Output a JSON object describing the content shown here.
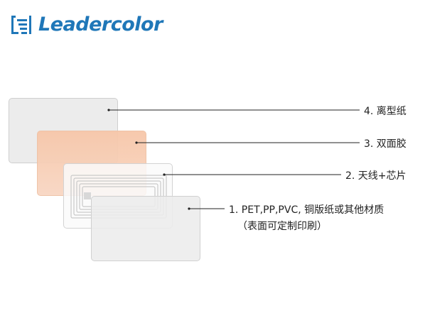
{
  "logo": {
    "text": "Leadercolor",
    "color": "#1f77b8"
  },
  "layers": [
    {
      "label": "4. 离型纸"
    },
    {
      "label": "3. 双面胶"
    },
    {
      "label": "2. 天线+芯片"
    },
    {
      "label": "1. PET,PP,PVC, 铜版纸或其他材质",
      "sublabel": "（表面可定制印刷）"
    }
  ],
  "colors": {
    "adhesive": "#f7c7a9",
    "line": "#222222"
  }
}
